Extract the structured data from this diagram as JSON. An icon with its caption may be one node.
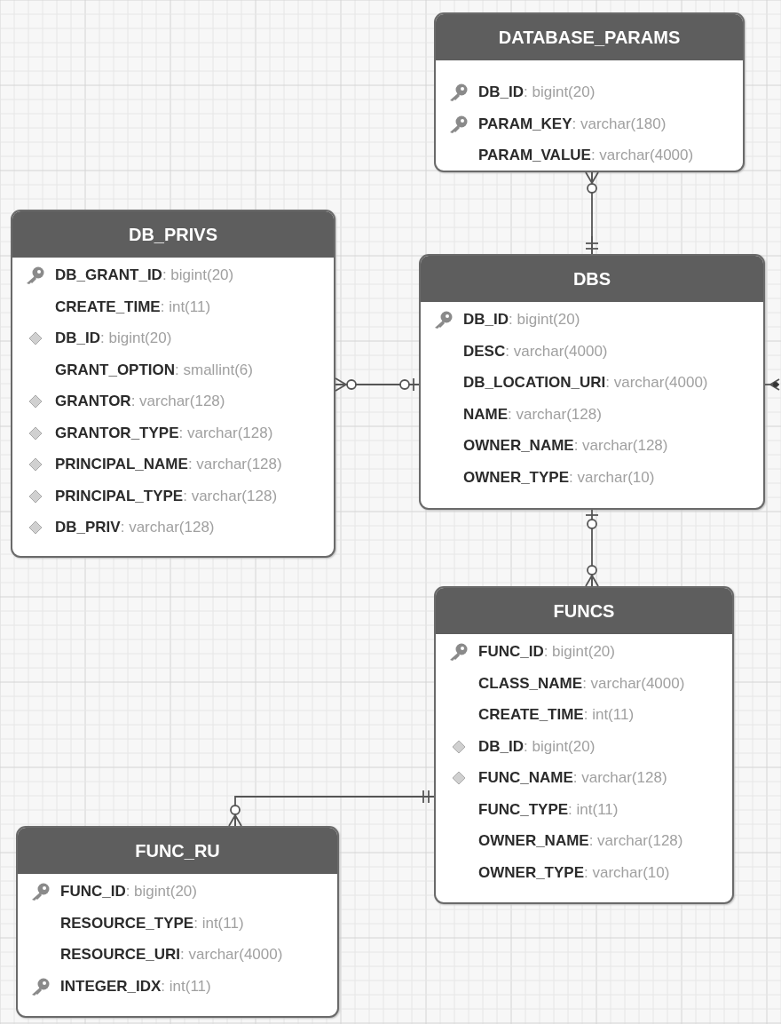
{
  "diagram": {
    "nodes": [
      {
        "text": [
          "DATABASE_PARAMS",
          "**DB_ID**: bigint(20)",
          "**PARAM_KEY**: varchar(180)",
          "**PARAM_VALUE**: varchar(4000)"
        ]
      },
      {
        "text": [
          "DB_PRIVS",
          "**DB_GRANT_ID**: bigint(20)",
          "**CREATE_TIME**: int(11)",
          "**DB_ID**: bigint(20)",
          "**GRANT_OPTION**: smallint(6)",
          "**GRANTOR**: varchar(128)",
          "**GRANTOR_TYPE**: varchar(128)",
          "**PRINCIPAL_NAME**: varchar(128)",
          "**PRINCIPAL_TYPE**: varchar(128)",
          "**DB_PRIV**: varchar(128)"
        ]
      },
      {
        "text": [
          "DBS",
          "**DB_ID**: bigint(20)",
          "**DESC**: varchar(4000)",
          "**DB_LOCATION_URI**: varchar(4000)",
          "**NAME**: varchar(128)",
          "**OWNER_NAME**: varchar(128)",
          "**OWNER_TYPE**: varchar(10)"
        ]
      },
      {
        "text": [
          "FUNCS",
          "**FUNC_ID**: bigint(20)",
          "**CLASS_NAME**: varchar(4000)",
          "**CREATE_TIME**: int(11)",
          "**DB_ID**: bigint(20)",
          "**FUNC_NAME**: varchar(128)",
          "**FUNC_TYPE**: int(11)",
          "**OWNER_NAME**: varchar(128)",
          "**OWNER_TYPE**: varchar(10)"
        ]
      },
      {
        "text": [
          "FUNC_RU",
          "**FUNC_ID**: bigint(20)",
          "**RESOURCE_TYPE**: int(11)",
          "**RESOURCE_URI**: varchar(4000)",
          "**INTEGER_IDX**: int(11)"
        ]
      }
    ],
    "edges": [
      {
        "from": 0,
        "to": 2,
        "arrow": "other"
      },
      {
        "from": 1,
        "to": 2,
        "arrow": "other"
      },
      {
        "from": 2,
        "to": null,
        "arrow": "other"
      },
      {
        "from": 2,
        "to": 3,
        "arrow": "other"
      },
      {
        "from": 4,
        "to": 3,
        "arrow": "other"
      }
    ]
  }
}
